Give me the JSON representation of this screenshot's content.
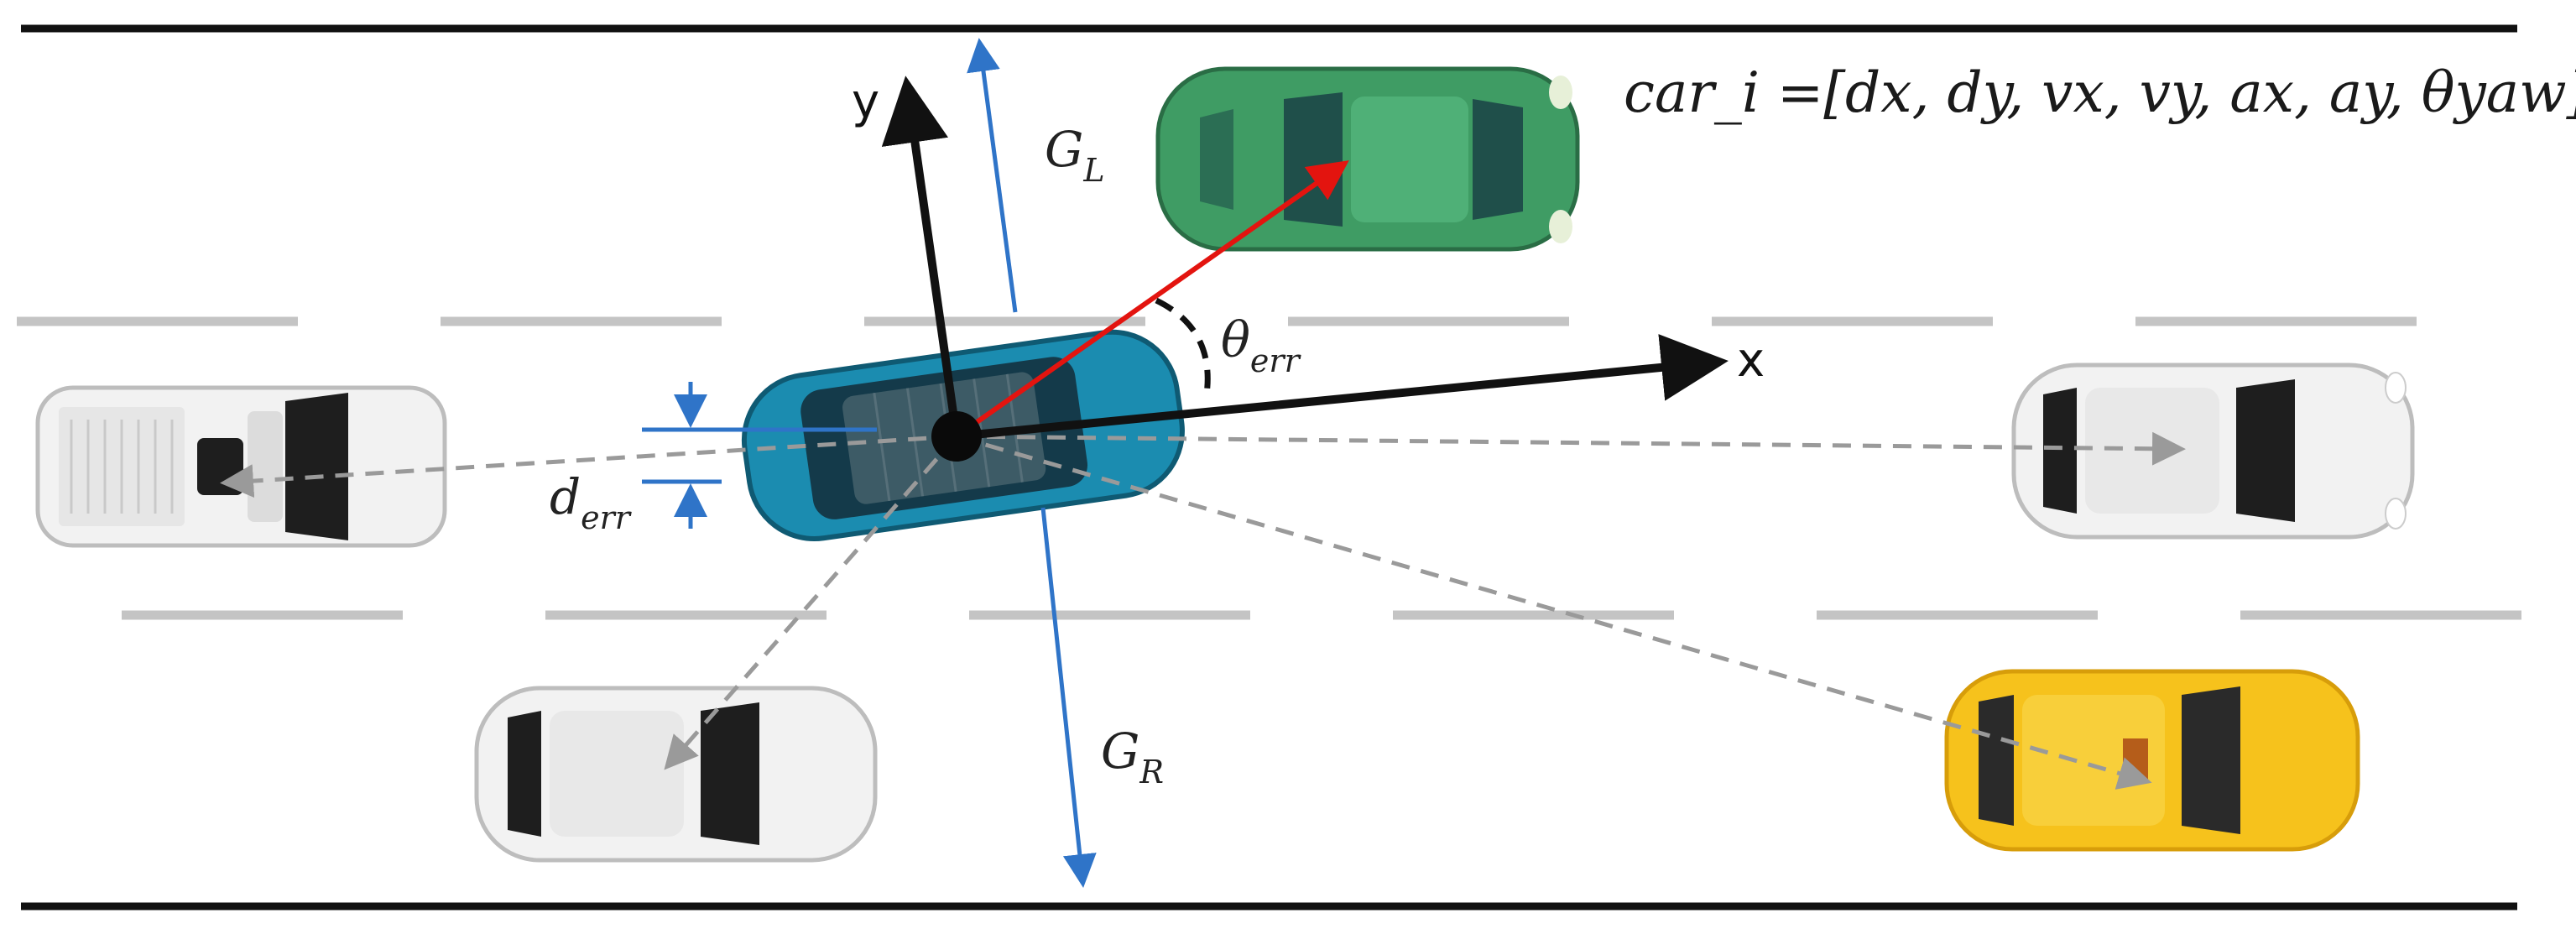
{
  "labels": {
    "axis_x": "x",
    "axis_y": "y",
    "gap_left": "G",
    "gap_left_sub": "L",
    "gap_right": "G",
    "gap_right_sub": "R",
    "d_err": "d",
    "d_err_sub": "err",
    "theta_err": "θ",
    "theta_err_sub": "err"
  },
  "formula": {
    "text": "car_i =[dx, dy, vx, vy, ax, ay, θyaw]"
  },
  "colors": {
    "road_line": "#111111",
    "lane_dash": "#c4c4c4",
    "ego_car": "#1b8cb0",
    "green_car": "#3f9c64",
    "white_car": "#f2f2f2",
    "taxi": "#f6c21c",
    "relative_vector": "#e3140f",
    "gap_vector": "#2f74c8",
    "neighbor_vector": "#9a9a9a"
  }
}
